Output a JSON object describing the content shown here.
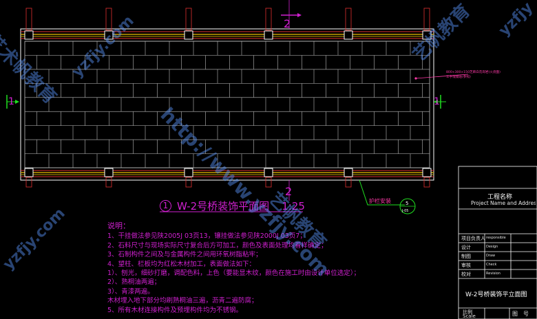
{
  "drawing": {
    "title": "W-2号桥装饰平面图",
    "title_num": "1",
    "scale": "1:25",
    "section_marks": {
      "top": "2",
      "bottom": "2",
      "left": "1",
      "right": "1"
    },
    "rail_label": "护栏安装",
    "detail_ref": {
      "num": "5",
      "sheet": "J-05"
    },
    "annotation_line1": "800×300×150芝麻白花岗岩(火烧面)",
    "annotation_line2": "工字缝铺贴(参照)"
  },
  "notes": {
    "heading": "说明：",
    "lines": [
      "1、干挂做法参见陕2005J 03页13，镶挂做法参见陕2000J 03页7；",
      "2、石料尺寸与现场实际尺寸复合后方可加工，颜色及表面处理均看样确定；",
      "3、石制构件之间及与金属构件之间用环氧树脂粘牢；",
      "4、望柱、栏板均为红松木材加工，表面做法如下：",
      "    1）、刨光，细砂打磨，调配色料，上色（要能显木纹，颜色在施工时由设计单位选定）；",
      "    2）、熟桐油两遍；",
      "    3）、青漆两遍。",
      "       木材埋入地下部分均刷熟桐油三遍，沥青二遍防腐；",
      "5、所有木材连接构件及预埋构件均为不锈钢。"
    ]
  },
  "title_block": {
    "project_cn": "工程名称",
    "project_en": "Project Name and Address",
    "rows": [
      {
        "cn": "项目负责人",
        "en": "responsible"
      },
      {
        "cn": "设计",
        "en": "Design"
      },
      {
        "cn": "制图",
        "en": "Draw"
      },
      {
        "cn": "审核",
        "en": "Check"
      },
      {
        "cn": "校对",
        "en": "Revision"
      }
    ],
    "sheet_title": "W-2号桥装饰平立面图",
    "scale_cn": "比例",
    "scale_en": "Scale",
    "sheet_no_cn": "图",
    "sheet_no_cn2": "号"
  },
  "watermarks": [
    "http://www.yzfjy.com",
    "艺术帆教育",
    "yzfjy",
    "yzfjy.com",
    "艺帆教育"
  ],
  "colors": {
    "paving_lines": "#a0a0a0",
    "rail": "#c8a000",
    "rail_red": "#e03030",
    "magenta": "#d020d0",
    "green": "#20e020",
    "border": "#ffffff"
  }
}
